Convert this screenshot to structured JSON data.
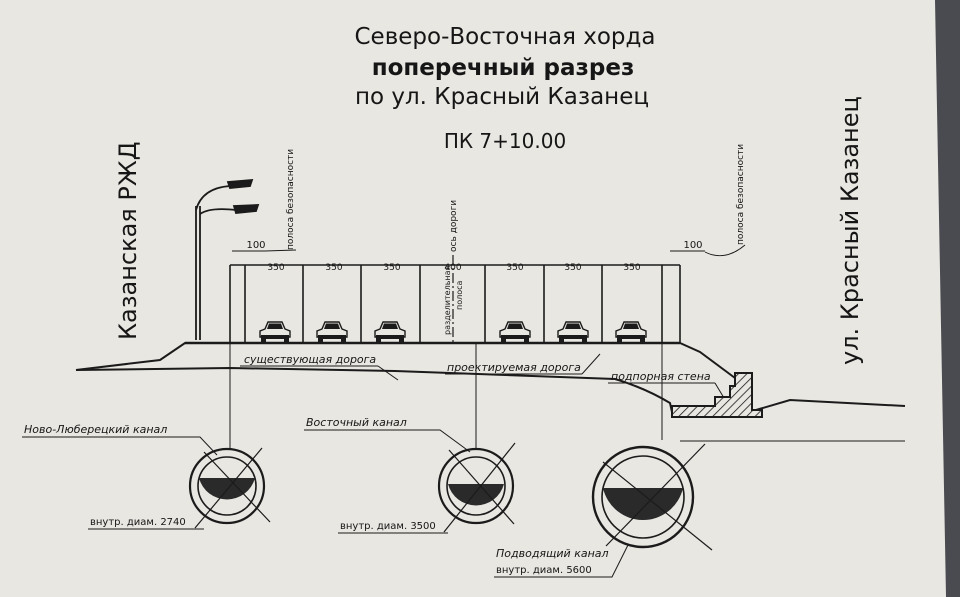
{
  "title": {
    "line1": "Северо-Восточная хорда",
    "line2": "поперечный разрез",
    "line3": "по ул. Красный Казанец"
  },
  "picket": "ПК 7+10.00",
  "side_labels": {
    "left": "Казанская РЖД",
    "right": "ул. Красный Казанец"
  },
  "vertical_labels": {
    "safety_strip_left": "полоса безопасности",
    "safety_strip_right": "полоса безопасности",
    "road_axis": "ось дороги",
    "median": [
      "разделительная",
      "полоса"
    ]
  },
  "dimensions": {
    "left_shoulder": "100",
    "right_shoulder": "100",
    "lanes_left": [
      "350",
      "350",
      "350"
    ],
    "median": "400",
    "lanes_right": [
      "350",
      "350",
      "350"
    ]
  },
  "road_labels": {
    "existing": "существующая дорога",
    "designed": "проектируемая дорога",
    "retaining_wall": "подпорная стена"
  },
  "canals": [
    {
      "name": "Ново-Люберецкий канал",
      "diameter": "внутр. диам. 2740"
    },
    {
      "name": "Восточный канал",
      "diameter": "внутр. диам. 3500"
    },
    {
      "name": "Подводящий канал",
      "diameter": "внутр. диам. 5600"
    }
  ],
  "colors": {
    "paper": "#e9e7e2",
    "ink": "#1b1b1b",
    "background": "#4a4b50"
  }
}
